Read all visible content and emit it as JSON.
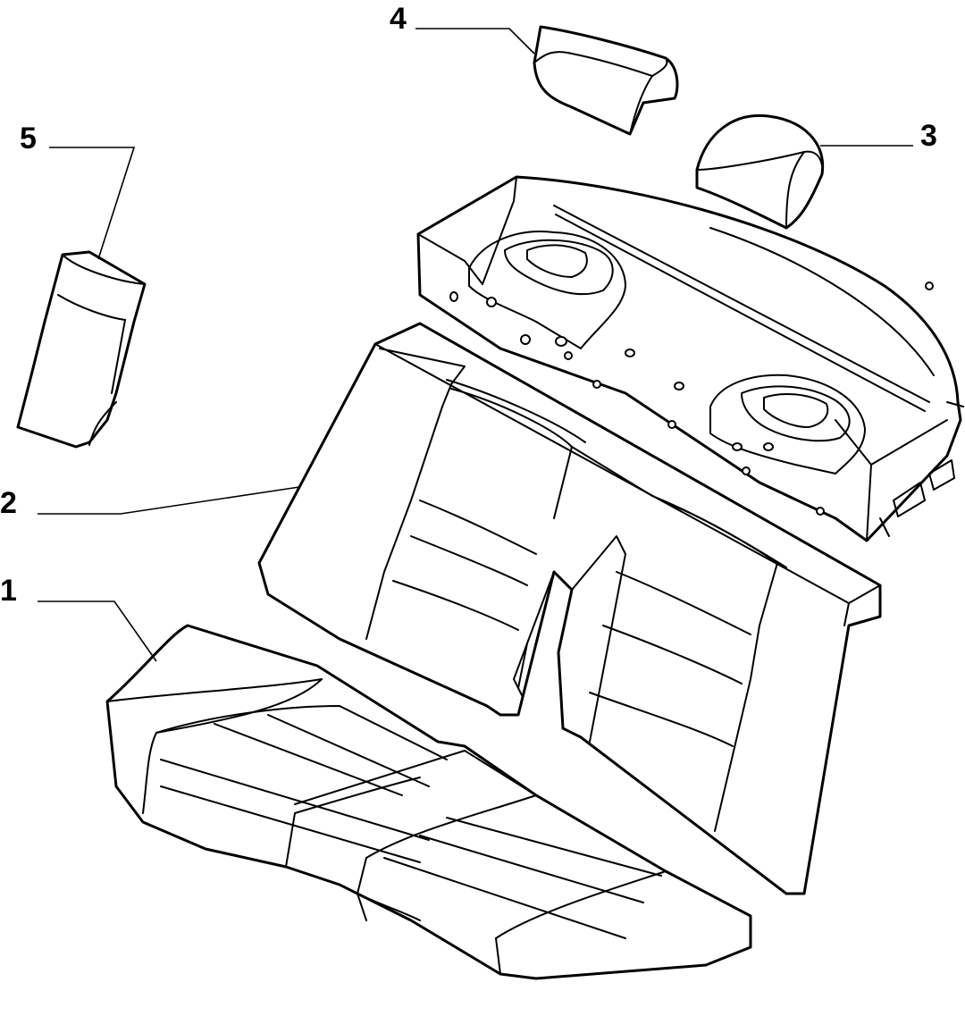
{
  "diagram": {
    "colors": {
      "line": "#000000",
      "background": "#ffffff"
    },
    "callouts": [
      {
        "id": "1",
        "label": "1"
      },
      {
        "id": "2",
        "label": "2"
      },
      {
        "id": "3",
        "label": "3"
      },
      {
        "id": "4",
        "label": "4"
      },
      {
        "id": "5",
        "label": "5"
      }
    ]
  }
}
